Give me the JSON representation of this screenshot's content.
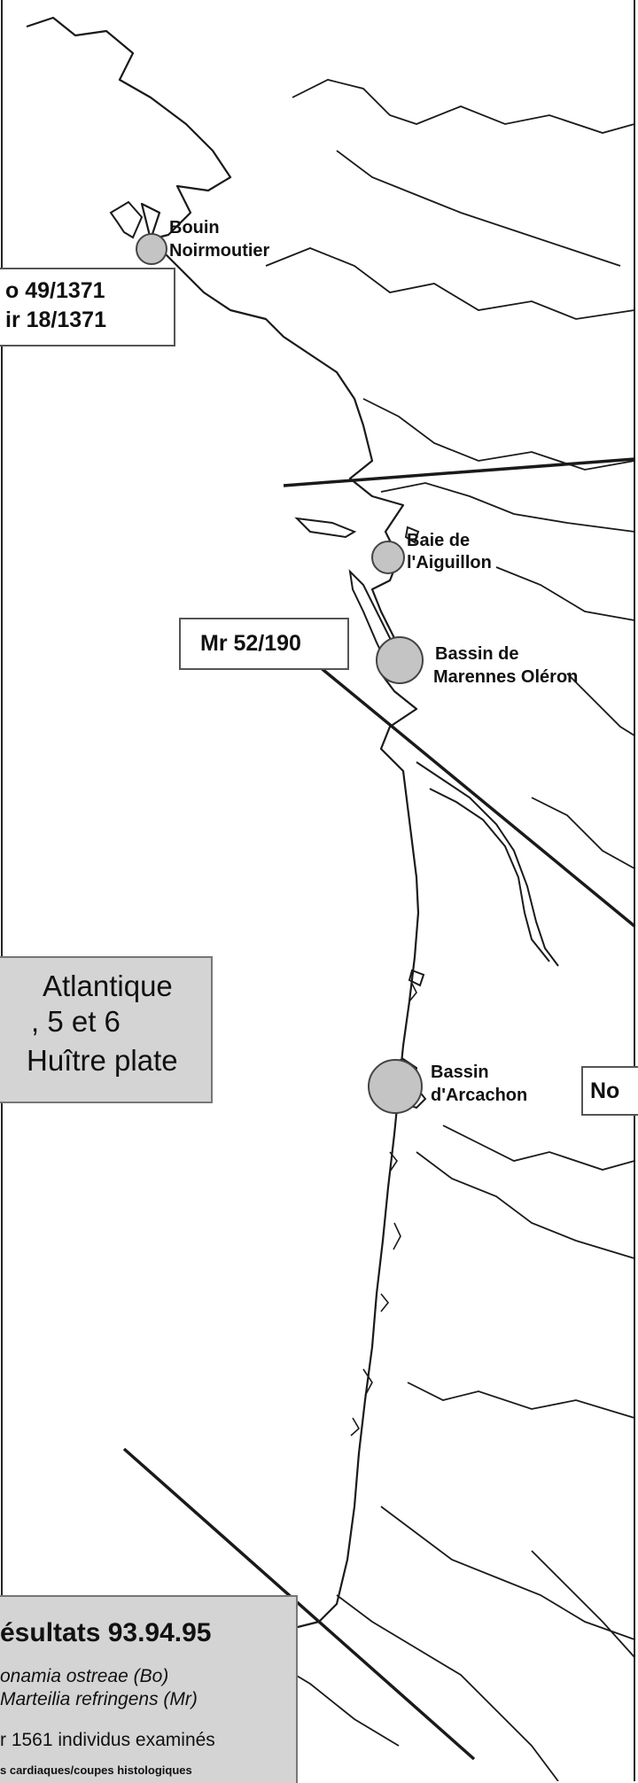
{
  "sites": {
    "bouin": "Bouin",
    "noirmoutier": "Noirmoutier",
    "baie_line1": "Baie de",
    "baie_line2": "l'Aiguillon",
    "marennes_line1": "Bassin de",
    "marennes_line2": "Marennes Oléron",
    "arcachon_line1": "Bassin",
    "arcachon_line2": "d'Arcachon"
  },
  "boxes": {
    "north_line1": "o 49/1371",
    "north_line2": "ir 18/1371",
    "mr_box": "Mr 52/190",
    "no_box": "No"
  },
  "title_box": {
    "line1": "Atlantique",
    "line2": ", 5 et 6",
    "line3": "Huître plate"
  },
  "results_box": {
    "title": "ésultats 93.94.95",
    "line1": "onamia ostreae (Bo)",
    "line2": "Marteilia refringens (Mr)",
    "line3": "r 1561 individus examinés",
    "line4": "s cardiaques/coupes histologiques"
  },
  "colors": {
    "coast": "#1a1a1a",
    "site_circle_fill": "#c4c4c4",
    "box_fill": "#d4d4d4"
  }
}
